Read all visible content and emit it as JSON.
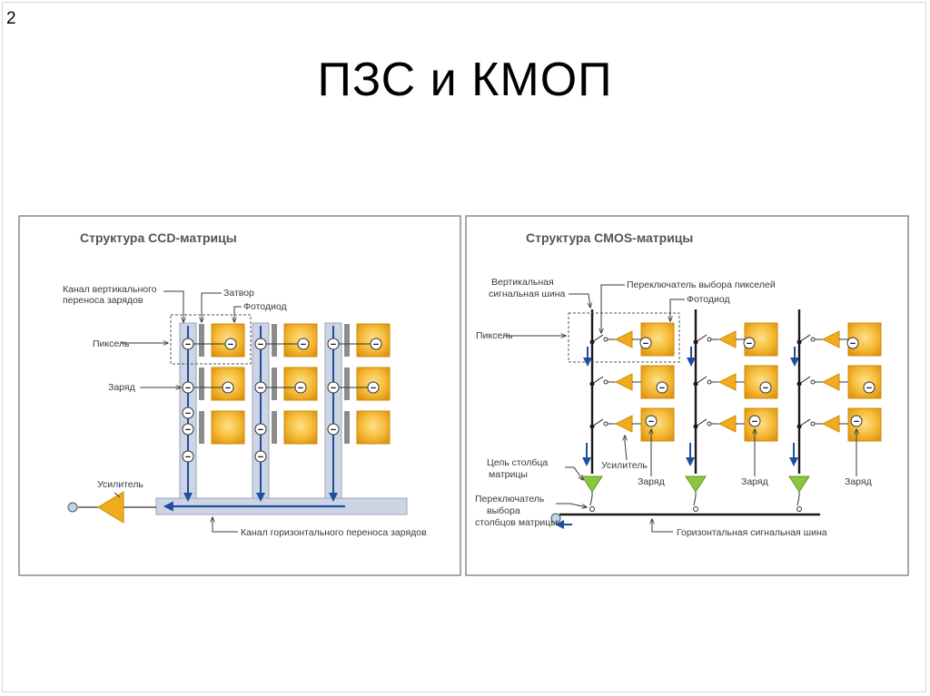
{
  "page": {
    "number": "2",
    "title": "ПЗС и КМОП"
  },
  "ccd": {
    "title": "Структура CCD-матрицы",
    "labels": {
      "vertical_channel_line1": "Канал вертикального",
      "vertical_channel_line2": "переноса зарядов",
      "gate": "Затвор",
      "photodiode": "Фотодиод",
      "pixel": "Пиксель",
      "charge": "Заряд",
      "amplifier": "Усилитель",
      "horizontal_channel": "Канал горизонтального переноса зарядов"
    },
    "charge_symbol": "−"
  },
  "cmos": {
    "title": "Структура CMOS-матрицы",
    "labels": {
      "vertical_bus_line1": "Вертикальная",
      "vertical_bus_line2": "сигнальная шина",
      "pixel_switch": "Переключатель выбора пикселей",
      "photodiode": "Фотодиод",
      "pixel": "Пиксель",
      "amplifier": "Усилитель",
      "charge_col1": "Заряд",
      "charge_col2": "Заряд",
      "charge_col3": "Заряд",
      "column_circuit_line1": "Цепь столбца",
      "column_circuit_line2": "матрицы",
      "column_switch_line1": "Переключатель",
      "column_switch_line2": "выбора",
      "column_switch_line3": "столбцов матрицы",
      "horizontal_bus": "Горизонтальная сигнальная шина"
    },
    "charge_symbol": "−"
  },
  "colors": {
    "photodiode_fill": "#f0ac1c",
    "photodiode_stroke": "#cf8b06",
    "vertical_channel_fill": "#cdd4e4",
    "arrow_blue": "#1f4e9e",
    "gate_fill": "#8c8c8c",
    "column_amp_green": "#8cc63f",
    "label_text": "#3a3a3a",
    "bus_line": "#1a1a1a"
  }
}
